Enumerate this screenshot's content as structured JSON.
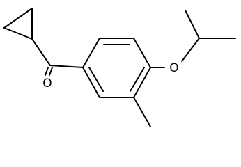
{
  "molecule": {
    "atom_labels": {
      "carbonyl_oxygen": "O",
      "ether_oxygen": "O"
    },
    "colors": {
      "bond": "#000000",
      "background": "#ffffff"
    },
    "substituents": [
      "cyclopropyl",
      "ketone",
      "methyl",
      "isopropoxy"
    ]
  }
}
